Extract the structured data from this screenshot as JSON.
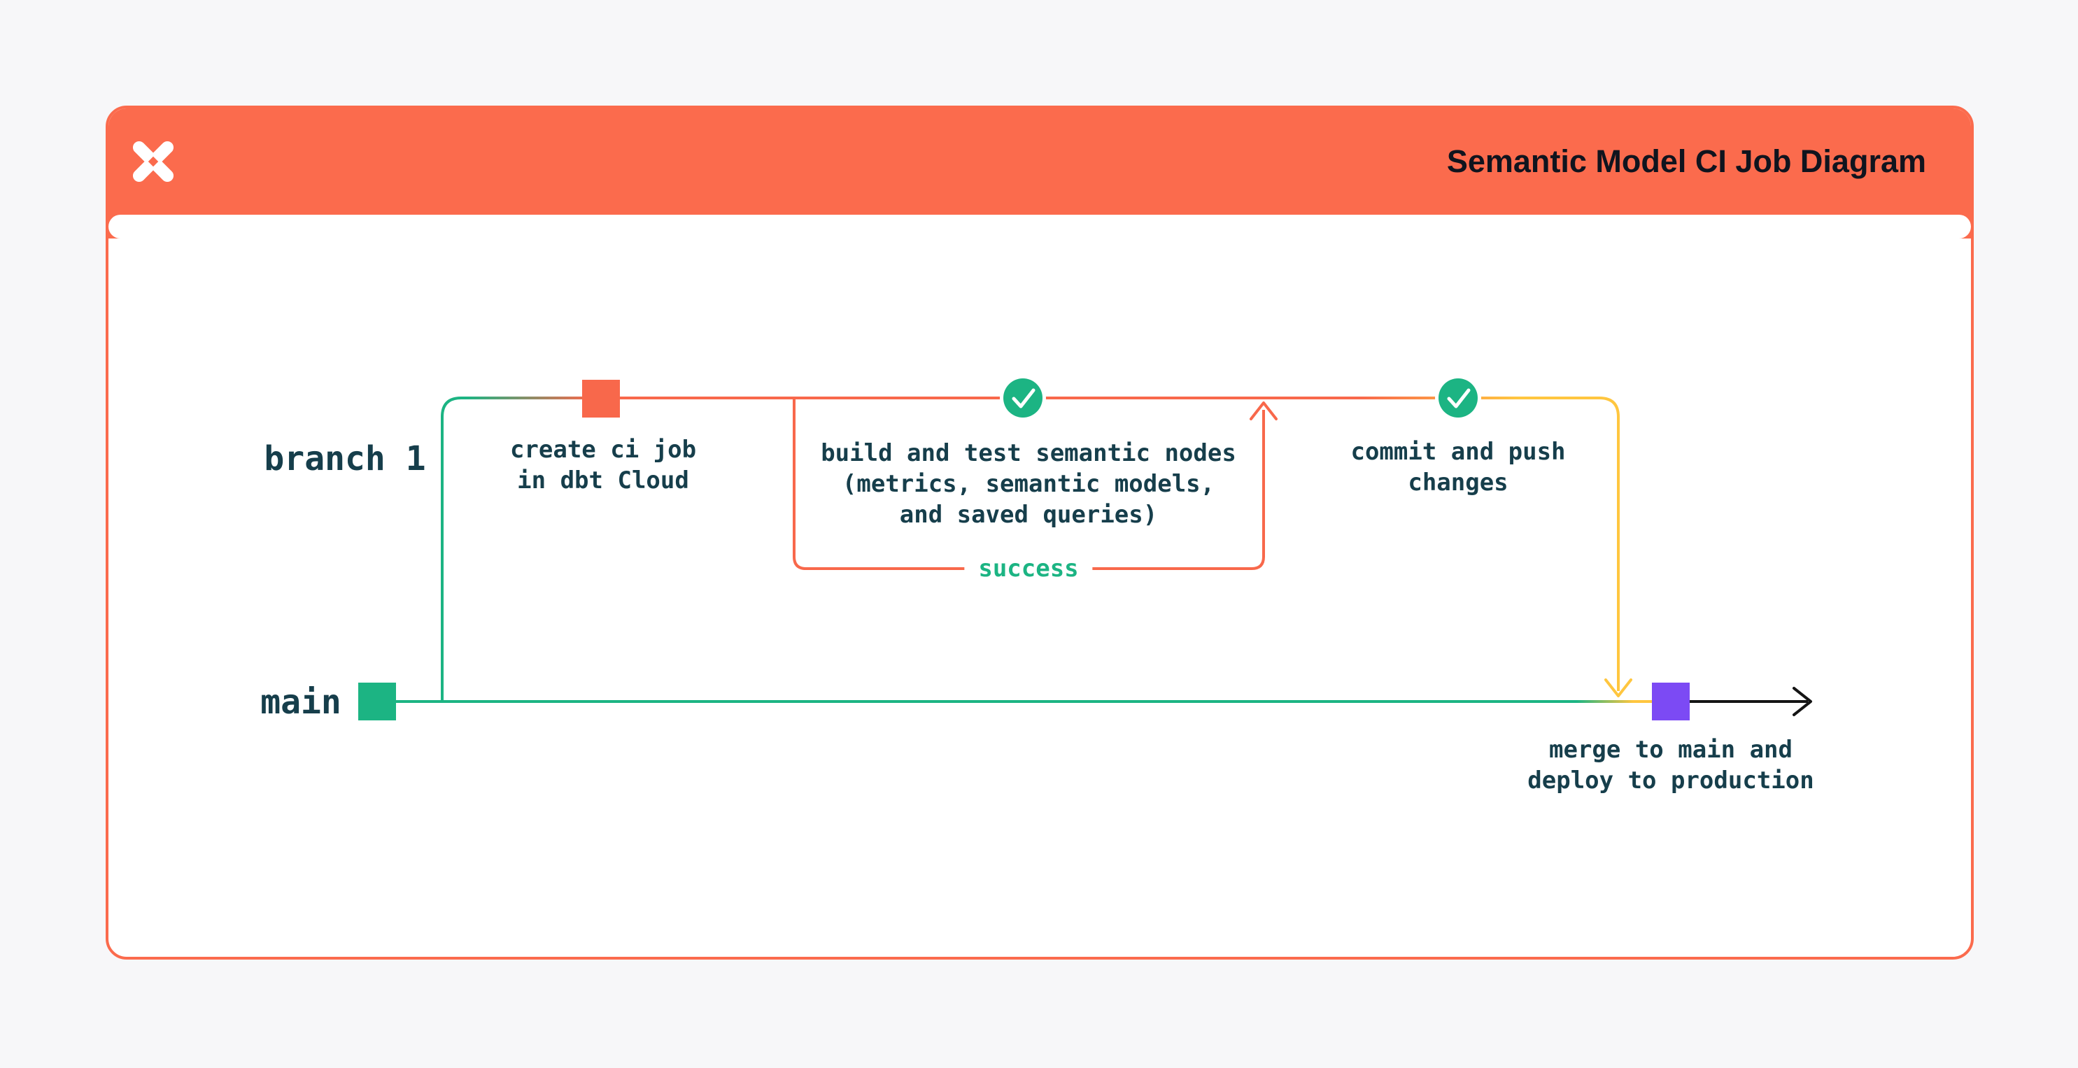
{
  "colors": {
    "bg": "#F7F7F9",
    "orange": "#FB6B4D",
    "line-orange": "#F8684B",
    "green": "#1CB483",
    "yellow": "#FFC63F",
    "purple": "#7C4AF4",
    "ink": "#163E4B",
    "title": "#10141E",
    "black": "#141414",
    "card-bg": "#FFFFFF"
  },
  "header": {
    "title": "Semantic Model CI Job Diagram",
    "logo": "dbt-logo"
  },
  "diagram": {
    "branch_label": "branch 1",
    "main_label": "main",
    "steps": {
      "create": "create ci job\nin dbt Cloud",
      "build": "build and test semantic nodes\n(metrics, semantic models,\nand saved queries)",
      "commit": "commit and push\nchanges",
      "merge": "merge to main and\ndeploy to production"
    },
    "loop_label": "success"
  }
}
